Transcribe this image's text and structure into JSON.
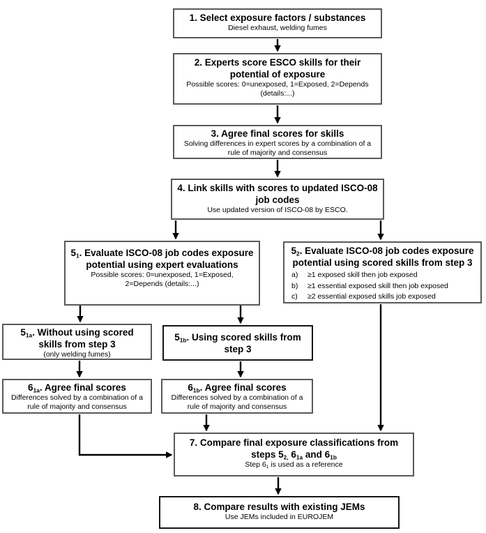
{
  "colors": {
    "background": "#ffffff",
    "text": "#000000",
    "border-gray": "#595959",
    "border-dark": "#151515",
    "arrow": "#000000"
  },
  "boxes": {
    "b1": {
      "title": "1. Select exposure factors / substances",
      "sub": "Diesel exhaust, welding fumes"
    },
    "b2": {
      "title_parts": [
        {
          "t": "2. Experts score ESCO skills for their"
        },
        {
          "br": true
        },
        {
          "t": "potential of exposure"
        }
      ],
      "sub": "Possible scores: 0=unexposed, 1=Exposed, 2=Depends (details:...)"
    },
    "b3": {
      "title": "3. Agree final scores for skills",
      "sub": "Solving differences in expert scores by a combination of a rule of majority and consensus"
    },
    "b4": {
      "title_parts": [
        {
          "t": "4. Link skills with scores to updated ISCO-08"
        },
        {
          "br": true
        },
        {
          "t": "job codes"
        }
      ],
      "sub": "Use updated version of ISCO-08 by ESCO."
    },
    "b5_1": {
      "title_parts": [
        {
          "t": "5"
        },
        {
          "s": "1"
        },
        {
          "t": ". Evaluate ISCO-08 job codes exposure"
        },
        {
          "br": true
        },
        {
          "t": "potential using expert evaluations"
        }
      ],
      "sub_parts": [
        {
          "t": "Possible scores: 0=unexposed, 1=Exposed,"
        },
        {
          "br": true
        },
        {
          "t": "2=Depends (details:...)"
        }
      ]
    },
    "b5_2": {
      "title_parts": [
        {
          "t": "5"
        },
        {
          "s": "2"
        },
        {
          "t": ". Evaluate ISCO-08 job codes exposure"
        },
        {
          "br": true
        },
        {
          "t": "potential using scored skills from step 3"
        }
      ],
      "items": [
        {
          "marker": "a)",
          "text": "≥1 exposed skill then job exposed"
        },
        {
          "marker": "b)",
          "text": "≥1 essential exposed skill then job exposed"
        },
        {
          "marker": "c)",
          "text": "≥2 essential exposed skills job exposed"
        }
      ]
    },
    "b5_1a": {
      "title_parts": [
        {
          "t": "5"
        },
        {
          "s": "1a"
        },
        {
          "t": ". Without using scored"
        },
        {
          "br": true
        },
        {
          "t": "skills from step 3"
        }
      ],
      "sub": "(only welding fumes)"
    },
    "b5_1b": {
      "title_parts": [
        {
          "t": "5"
        },
        {
          "s": "1b"
        },
        {
          "t": ". Using scored skills from"
        },
        {
          "br": true
        },
        {
          "t": "step 3"
        }
      ]
    },
    "b6_1a": {
      "title_parts": [
        {
          "t": "6"
        },
        {
          "s": "1a"
        },
        {
          "t": ". Agree final scores"
        }
      ],
      "sub": "Differences solved by a combination of a rule of majority and consensus"
    },
    "b6_1b": {
      "title_parts": [
        {
          "t": "6"
        },
        {
          "s": "1b"
        },
        {
          "t": ". Agree final scores"
        }
      ],
      "sub": "Differences solved by a combination of a rule of majority and consensus"
    },
    "b7": {
      "title_parts": [
        {
          "t": "7. Compare final exposure classifications from"
        },
        {
          "br": true
        },
        {
          "t": "steps 5"
        },
        {
          "s": "2,"
        },
        {
          "t": " 6"
        },
        {
          "s": "1a"
        },
        {
          "t": " and 6"
        },
        {
          "s": "1b"
        }
      ],
      "sub_parts": [
        {
          "t": "Step 6"
        },
        {
          "s": "1"
        },
        {
          "t": " is used as a reference"
        }
      ]
    },
    "b8": {
      "title": "8. Compare results with existing JEMs",
      "sub": "Use JEMs included in EUROJEM"
    }
  },
  "edges": [
    {
      "from": "1",
      "to": "2"
    },
    {
      "from": "2",
      "to": "3"
    },
    {
      "from": "3",
      "to": "4"
    },
    {
      "from": "4",
      "to": "5_1"
    },
    {
      "from": "4",
      "to": "5_2"
    },
    {
      "from": "5_1",
      "to": "5_1a"
    },
    {
      "from": "5_1",
      "to": "5_1b"
    },
    {
      "from": "5_1a",
      "to": "6_1a"
    },
    {
      "from": "5_1b",
      "to": "6_1b"
    },
    {
      "from": "6_1a",
      "to": "7"
    },
    {
      "from": "6_1b",
      "to": "7"
    },
    {
      "from": "5_2",
      "to": "7"
    },
    {
      "from": "7",
      "to": "8"
    }
  ]
}
